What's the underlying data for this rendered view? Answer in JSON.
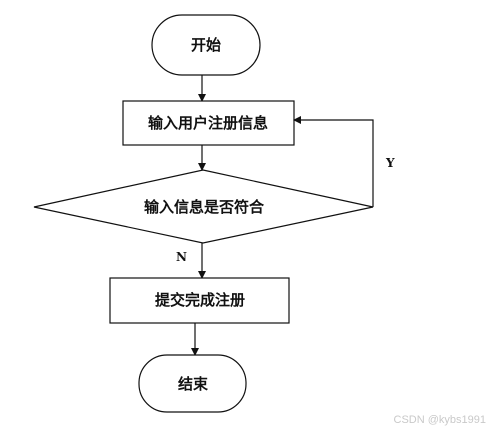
{
  "flowchart": {
    "nodes": {
      "start": "开始",
      "input": "输入用户注册信息",
      "check": "输入信息是否符合",
      "submit": "提交完成注册",
      "end": "结束"
    },
    "edges": {
      "yes_label": "Y",
      "no_label": "N"
    }
  },
  "watermark": "CSDN @kybs1991"
}
